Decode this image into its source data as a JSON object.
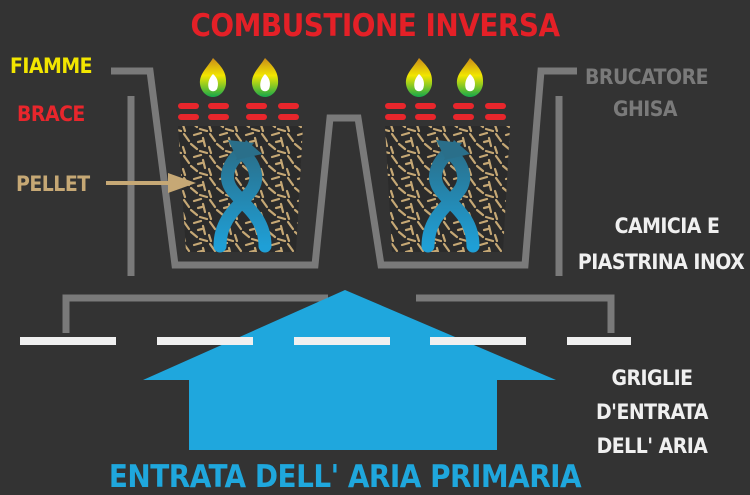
{
  "title": "COMBUSTIONE INVERSA",
  "labels": {
    "flames": "FIAMME",
    "embers": "BRACE",
    "pellet": "PELLET",
    "burner_line1": "BRUCATORE",
    "burner_line2": "GHISA",
    "liner_line1": "CAMICIA E",
    "liner_line2": "PIASTRINA INOX",
    "grates_line1": "GRIGLIE",
    "grates_line2": "D'ENTRATA",
    "grates_line3": "DELL' ARIA"
  },
  "bottom_caption": "ENTRATA DELL' ARIA PRIMARIA",
  "colors": {
    "background": "#333333",
    "title_red": "#e42027",
    "flames_yellow": "#f2e600",
    "embers_red": "#e8262c",
    "pellet_tan": "#c6a875",
    "grey_text": "#7a7a7a",
    "white_text": "#f0f0f0",
    "air_blue": "#1fa7dd"
  }
}
